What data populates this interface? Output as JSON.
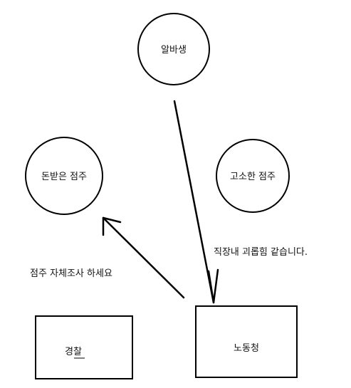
{
  "nodes": {
    "albasaeng": {
      "label": "알바생"
    },
    "paid_owner": {
      "label": "돈받은 점주"
    },
    "accusing_owner": {
      "label": "고소한 점주"
    },
    "police": {
      "label": "경찰"
    },
    "labor_office": {
      "label": "노동청"
    }
  },
  "edges": {
    "albasaeng_to_labor": {
      "label": "직장내 괴롭힘 같습니다."
    },
    "labor_to_paid_owner": {
      "label": "점주 자체조사 하세요"
    }
  },
  "colors": {
    "stroke": "#000000",
    "text": "#111111",
    "background": "#ffffff"
  }
}
